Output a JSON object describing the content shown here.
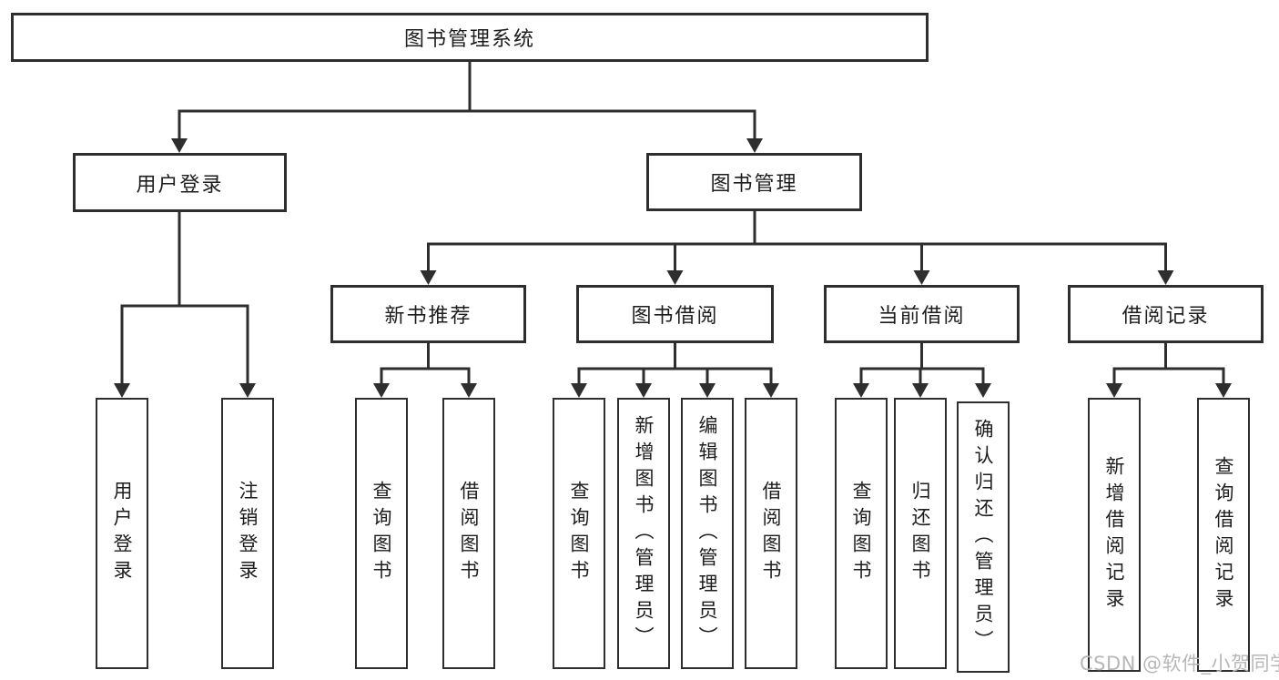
{
  "tree": {
    "label": "图书管理系统",
    "children": [
      {
        "label": "用户登录",
        "children": [
          {
            "label": "用户登录"
          },
          {
            "label": "注销登录"
          }
        ]
      },
      {
        "label": "图书管理",
        "children": [
          {
            "label": "新书推荐",
            "children": [
              {
                "label": "查询图书"
              },
              {
                "label": "借阅图书"
              }
            ]
          },
          {
            "label": "图书借阅",
            "children": [
              {
                "label": "查询图书"
              },
              {
                "label": "新增图书（管理员）"
              },
              {
                "label": "编辑图书（管理员）"
              },
              {
                "label": "借阅图书"
              }
            ]
          },
          {
            "label": "当前借阅",
            "children": [
              {
                "label": "查询图书"
              },
              {
                "label": "归还图书"
              },
              {
                "label": "确认归还（管理员）"
              }
            ]
          },
          {
            "label": "借阅记录",
            "children": [
              {
                "label": "新增借阅记录"
              },
              {
                "label": "查询借阅记录"
              }
            ]
          }
        ]
      }
    ]
  },
  "watermark": {
    "text": "CSDN @软件_小贺同学",
    "color": "#b7b7b7"
  },
  "colors": {
    "line": "#2e2e2e",
    "box_border": "#2e2e2e",
    "box_fill": "#ffffff",
    "text": "#1d1d1d",
    "background": "#ffffff"
  }
}
